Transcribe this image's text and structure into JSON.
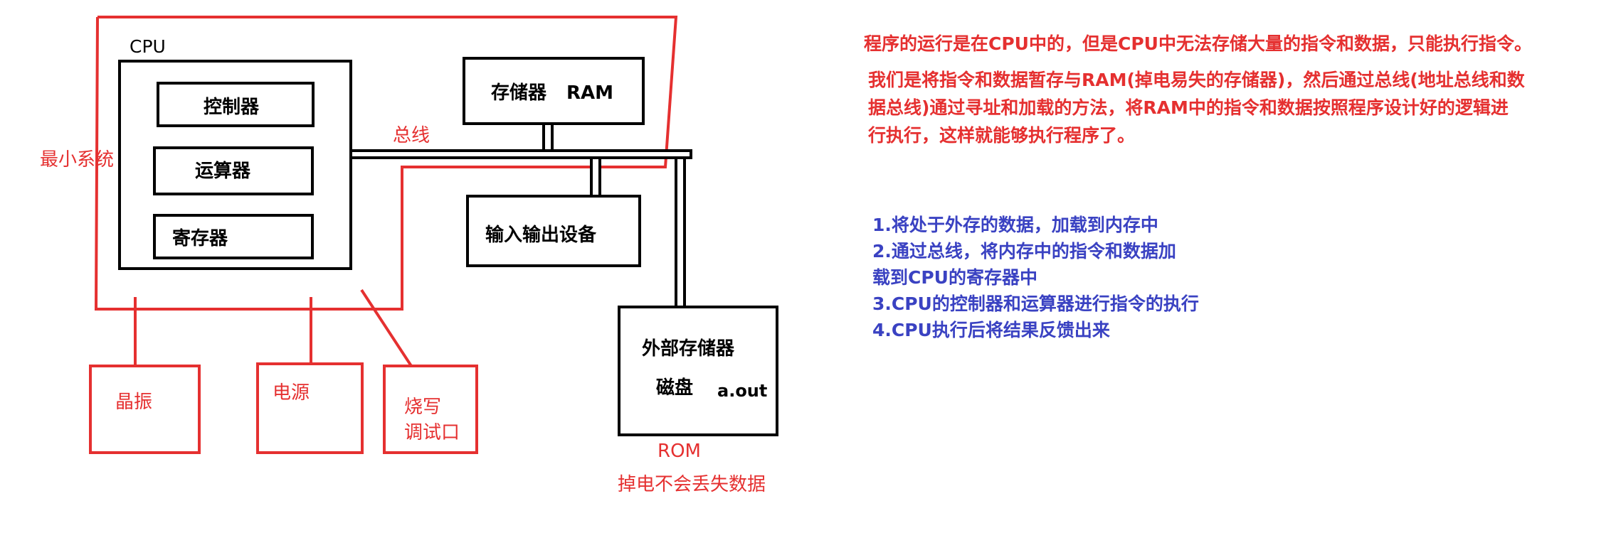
{
  "colors": {
    "ink": "#000000",
    "annotation": "#e53030",
    "steps": "#3a42c2",
    "bus_fill": "#ffffff"
  },
  "cpu": {
    "title": "CPU",
    "units": [
      "控制器",
      "运算器",
      "寄存器"
    ]
  },
  "ram": {
    "label": "存储器",
    "tag": "RAM"
  },
  "io": {
    "label": "输入输出设备"
  },
  "bus": {
    "label": "总线"
  },
  "external": {
    "label": "外部存储器",
    "disk": "磁盘",
    "file": "a.out"
  },
  "rom": {
    "label": "ROM",
    "note": "掉电不会丢失数据"
  },
  "minimal_system": {
    "label": "最小系统"
  },
  "peripherals": {
    "crystal": "晶振",
    "power": "电源",
    "debug_line1": "烧写",
    "debug_line2": "调试口"
  },
  "notes": {
    "line1": "程序的运行是在CPU中的，但是CPU中无法存储大量的指令和数据，只能执行指令。",
    "line2": "我们是将指令和数据暂存与RAM(掉电易失的存储器)，然后通过总线(地址总线和数",
    "line3": "据总线)通过寻址和加载的方法，将RAM中的指令和数据按照程序设计好的逻辑进",
    "line4": "行执行，这样就能够执行程序了。"
  },
  "steps": {
    "s1": "1.将处于外存的数据，加载到内存中",
    "s2a": "2.通过总线，将内存中的指令和数据加",
    "s2b": "载到CPU的寄存器中",
    "s3": "3.CPU的控制器和运算器进行指令的执行",
    "s4": "4.CPU执行后将结果反馈出来"
  }
}
